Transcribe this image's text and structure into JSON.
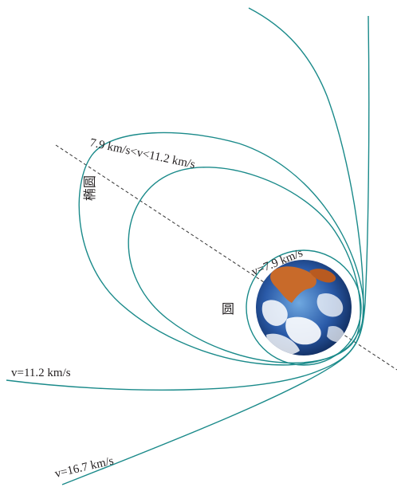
{
  "colors": {
    "orbit": "#1a8a8a",
    "axis": "#333333",
    "ocean": "#2a5aa8",
    "land": "#c86a2a",
    "cloud": "#ffffff"
  },
  "labels": {
    "ellipse_speed_range": "7.9 km/s<v<11.2 km/s",
    "ellipse": "椭圆",
    "circle": "圆",
    "circle_speed": "v=7.9 km/s",
    "parabola_speed": "v=11.2 km/s",
    "hyperbola_speed": "v=16.7 km/s"
  },
  "icons": {
    "earth": "earth-globe-icon"
  }
}
